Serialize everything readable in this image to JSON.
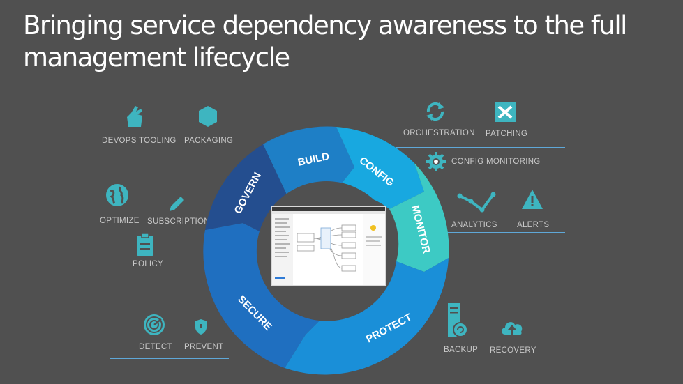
{
  "title": "Bringing service dependency awareness to the full management lifecycle",
  "labels": {
    "devops_tooling": "DEVOPS TOOLING",
    "packaging": "PACKAGING",
    "orchestration": "ORCHESTRATION",
    "patching": "PATCHING",
    "config_monitoring": "CONFIG MONITORING",
    "optimize": "OPTIMIZE",
    "subscription": "SUBSCRIPTION",
    "analytics": "ANALYTICS",
    "alerts": "ALERTS",
    "policy": "POLICY",
    "detect": "DETECT",
    "prevent": "PREVENT",
    "backup": "BACKUP",
    "recovery": "RECOVERY"
  },
  "wheel": {
    "segments": {
      "build": "BUILD",
      "config": "CONFIG",
      "monitor": "MONITOR",
      "protect": "PROTECT",
      "secure": "SECURE",
      "govern": "GOVERN"
    }
  },
  "colors": {
    "background": "#505050",
    "accent_blue": "#3aa0e0",
    "teal": "#3cc8c4",
    "dark_blue": "#2a4f8a",
    "icon_teal": "#3eb5c0"
  },
  "icons": {
    "devops_tooling": "hand-tool-icon",
    "packaging": "hexagon-package-icon",
    "orchestration": "refresh-cycle-icon",
    "patching": "tools-cross-icon",
    "config_monitoring": "gear-icon",
    "optimize": "globe-icon",
    "subscription": "pen-icon",
    "analytics": "line-chart-icon",
    "alerts": "warning-icon",
    "policy": "clipboard-icon",
    "detect": "radar-icon",
    "prevent": "shield-icon",
    "backup": "server-icon",
    "recovery": "cloud-upload-icon"
  }
}
